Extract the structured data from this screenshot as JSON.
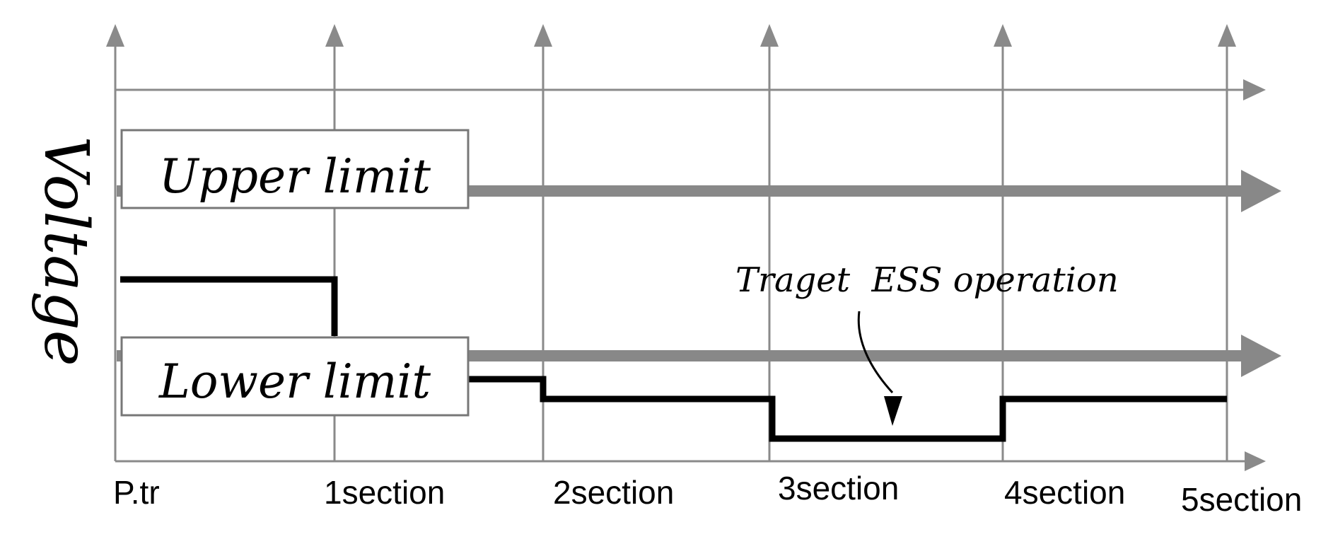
{
  "y_axis_label": "Voltage",
  "upper_limit_label": "Upper limit",
  "lower_limit_label": "Lower limit",
  "annotation": "Traget  ESS operation",
  "sections": [
    "P.tr",
    "1section",
    "2section",
    "3section",
    "4section",
    "5section"
  ],
  "colors": {
    "axis": "#8a8a8a",
    "limit_arrow": "#888888",
    "profile": "#000000",
    "box_border": "#777777"
  }
}
